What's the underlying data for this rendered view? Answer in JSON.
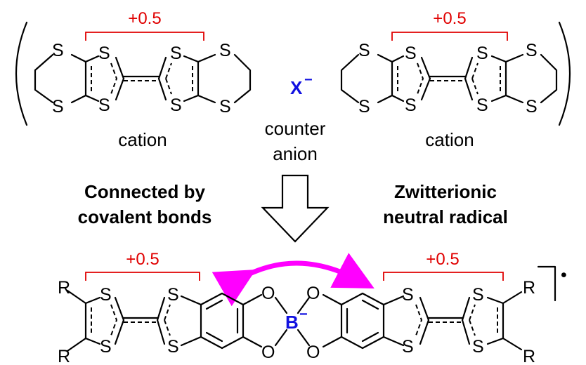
{
  "top_molecule": {
    "charge_left": "+0.5",
    "charge_right": "+0.5",
    "sulfur": "S",
    "counter_symbol": "X",
    "counter_charge": "−",
    "cation_left": "cation",
    "cation_right": "cation",
    "counter_line1": "counter",
    "counter_line2": "anion"
  },
  "middle": {
    "left_line1": "Connected by",
    "left_line2": "covalent bonds",
    "right_line1": "Zwitterionic",
    "right_line2": "neutral radical"
  },
  "bottom_molecule": {
    "charge_left": "+0.5",
    "charge_right": "+0.5",
    "substituent": "R",
    "oxygen": "O",
    "boron": "B",
    "boron_charge": "−",
    "radical_dot": "•"
  },
  "colors": {
    "charge": "#e00000",
    "anion": "#1010e0",
    "arrow": "#ff00ff"
  }
}
